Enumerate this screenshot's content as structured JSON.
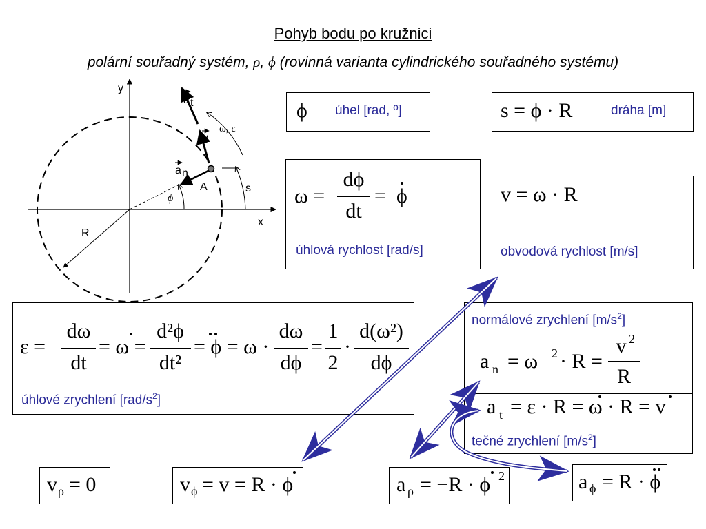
{
  "title": "Pohyb bodu po kružnici",
  "subtitle": {
    "prefix": "polární souřadný systém, ",
    "rho": "ρ",
    "comma": ", ",
    "phi": "ϕ",
    "suffix": " (rovinná varianta cylindrického souřadného systému)"
  },
  "diagram": {
    "axis_y": "y",
    "axis_x": "x",
    "radius": "R",
    "point": "A",
    "angle": "ϕ",
    "arc_length": "s",
    "omega_eps": "ω, ε",
    "at_vec": "a",
    "at_sub": "t",
    "v_vec": "v",
    "an_vec": "a",
    "an_sub": "n"
  },
  "boxes": {
    "uhel": {
      "symbol": "ϕ",
      "label": "úhel [rad, º]"
    },
    "draha": {
      "formula": "s = ϕ · R",
      "label": "dráha [m]"
    },
    "omega": {
      "lhs": "ω =",
      "num": "dϕ",
      "den": "dt",
      "eq": "=",
      "rhs": "ϕ",
      "label": "úhlová rychlost [rad/s]"
    },
    "obvod": {
      "formula": "v = ω · R",
      "label": "obvodová rychlost [m/s]"
    },
    "eps": {
      "t1": "ε =",
      "f1n": "dω",
      "f1d": "dt",
      "t2": "= ω =",
      "f2n": "d²ϕ",
      "f2d": "dt²",
      "t3": "= ϕ = ω ·",
      "f3n": "dω",
      "f3d": "dϕ",
      "t4": "=",
      "f4n": "1",
      "f4d": "2",
      "t5": "·",
      "f5n": "d(ω²)",
      "f5d": "dϕ",
      "label_pre": "úhlové zrychlení [rad/s",
      "label_sup": "2",
      "label_post": "]"
    },
    "an": {
      "label_pre": "normálové zrychlení [m/s",
      "label_sup": "2",
      "label_post": "]",
      "a": "a",
      "sub": "n",
      "eq1": "= ω",
      "sq": "2",
      "eq2": "· R =",
      "fn": "v",
      "fnsq": "2",
      "fd": "R"
    },
    "at": {
      "a": "a",
      "sub": "t",
      "eq": "= ε · R = ω · R = v",
      "label_pre": "tečné zrychlení [m/s",
      "label_sup": "2",
      "label_post": "]"
    },
    "vrho": {
      "v": "v",
      "sub": "ρ",
      "rest": "= 0"
    },
    "vphi": {
      "v": "v",
      "sub": "ϕ",
      "rest": "= v = R · ϕ"
    },
    "arho": {
      "a": "a",
      "sub": "ρ",
      "rest": "= −R · ϕ",
      "sq": "2"
    },
    "aphi": {
      "a": "a",
      "sub": "ϕ",
      "rest": "= R · ϕ"
    }
  },
  "colors": {
    "label_blue": "#2b2b99",
    "arrow_blue": "#2e2e9e",
    "ink": "#000000"
  }
}
